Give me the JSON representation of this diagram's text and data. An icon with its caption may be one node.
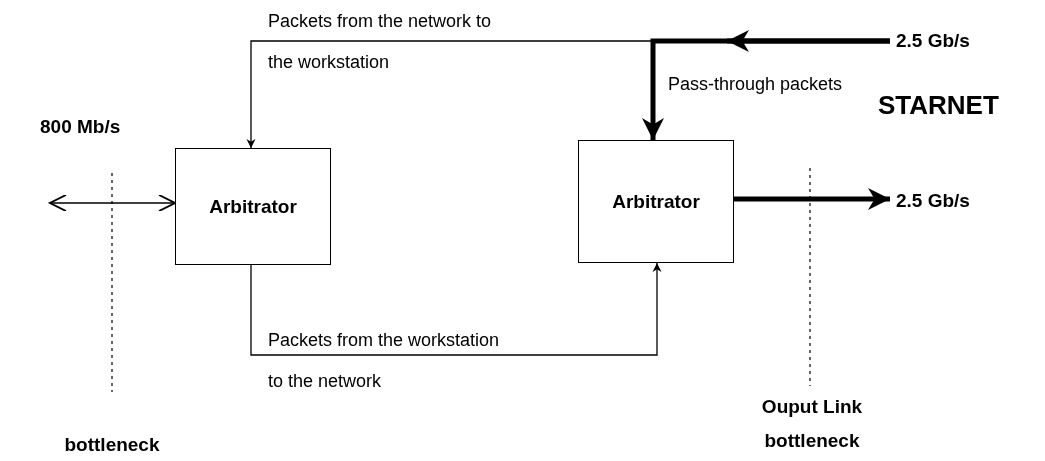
{
  "diagram": {
    "nodes": [
      {
        "text": [
          "2.5 Gb/s"
        ]
      },
      {
        "text": [
          "Arbitrator"
        ]
      },
      {
        "text": [
          "Arbitrator"
        ]
      },
      {
        "text": [
          "2.5 Gb/s"
        ]
      }
    ],
    "edges": [
      {
        "from": 0,
        "to": 1,
        "arrow": "to",
        "label": "Packets from the network to the workstation"
      },
      {
        "from": 0,
        "to": 2,
        "arrow": "to",
        "label": "Pass-through packets",
        "style": "thick"
      },
      {
        "from": null,
        "to": 1,
        "arrow": "both"
      },
      {
        "from": 1,
        "to": 2,
        "arrow": "to",
        "label": "Packets from the workstation to the network"
      },
      {
        "from": 2,
        "to": 3,
        "arrow": "to",
        "style": "thick"
      }
    ],
    "labels": [
      "800 Mb/s",
      "STARNET",
      "bottleneck",
      "Ouput Link bottleneck"
    ]
  }
}
